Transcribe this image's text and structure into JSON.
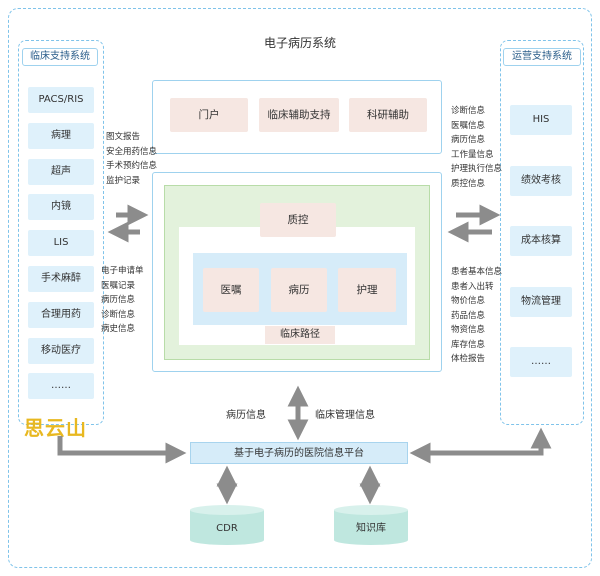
{
  "title": "电子病历系统",
  "left_panel": {
    "title": "临床支持系统",
    "items": [
      "PACS/RIS",
      "病理",
      "超声",
      "内镜",
      "LIS",
      "手术麻醉",
      "合理用药",
      "移动医疗",
      "……"
    ]
  },
  "right_panel": {
    "title": "运营支持系统",
    "items": [
      "HIS",
      "绩效考核",
      "成本核算",
      "物流管理",
      "……"
    ]
  },
  "top_modules": [
    "门户",
    "临床辅助支持",
    "科研辅助"
  ],
  "core": {
    "qc": "质控",
    "modules": [
      "医嘱",
      "病历",
      "护理"
    ],
    "pathway": "临床路径"
  },
  "left_flow_out": [
    "图文报告",
    "安全用药信息",
    "手术预约信息",
    "监护记录"
  ],
  "left_flow_in": [
    "电子申请单",
    "医嘱记录",
    "病历信息",
    "诊断信息",
    "病史信息"
  ],
  "right_flow_out": [
    "诊断信息",
    "医嘱信息",
    "病历信息",
    "工作量信息",
    "护理执行信息",
    "质控信息"
  ],
  "right_flow_in": [
    "患者基本信息",
    "患者入出转",
    "物价信息",
    "药品信息",
    "物资信息",
    "库存信息",
    "体检报告"
  ],
  "center_labels": {
    "left": "病历信息",
    "right": "临床管理信息"
  },
  "platform": "基于电子病历的医院信息平台",
  "databases": [
    "CDR",
    "知识库"
  ],
  "watermark": "思云山",
  "colors": {
    "border": "#7fc3ea",
    "light_blue": "#dff1fb",
    "pink": "#f6e7e2",
    "green": "#e3f2dc",
    "arrow": "#8c8c8c"
  }
}
